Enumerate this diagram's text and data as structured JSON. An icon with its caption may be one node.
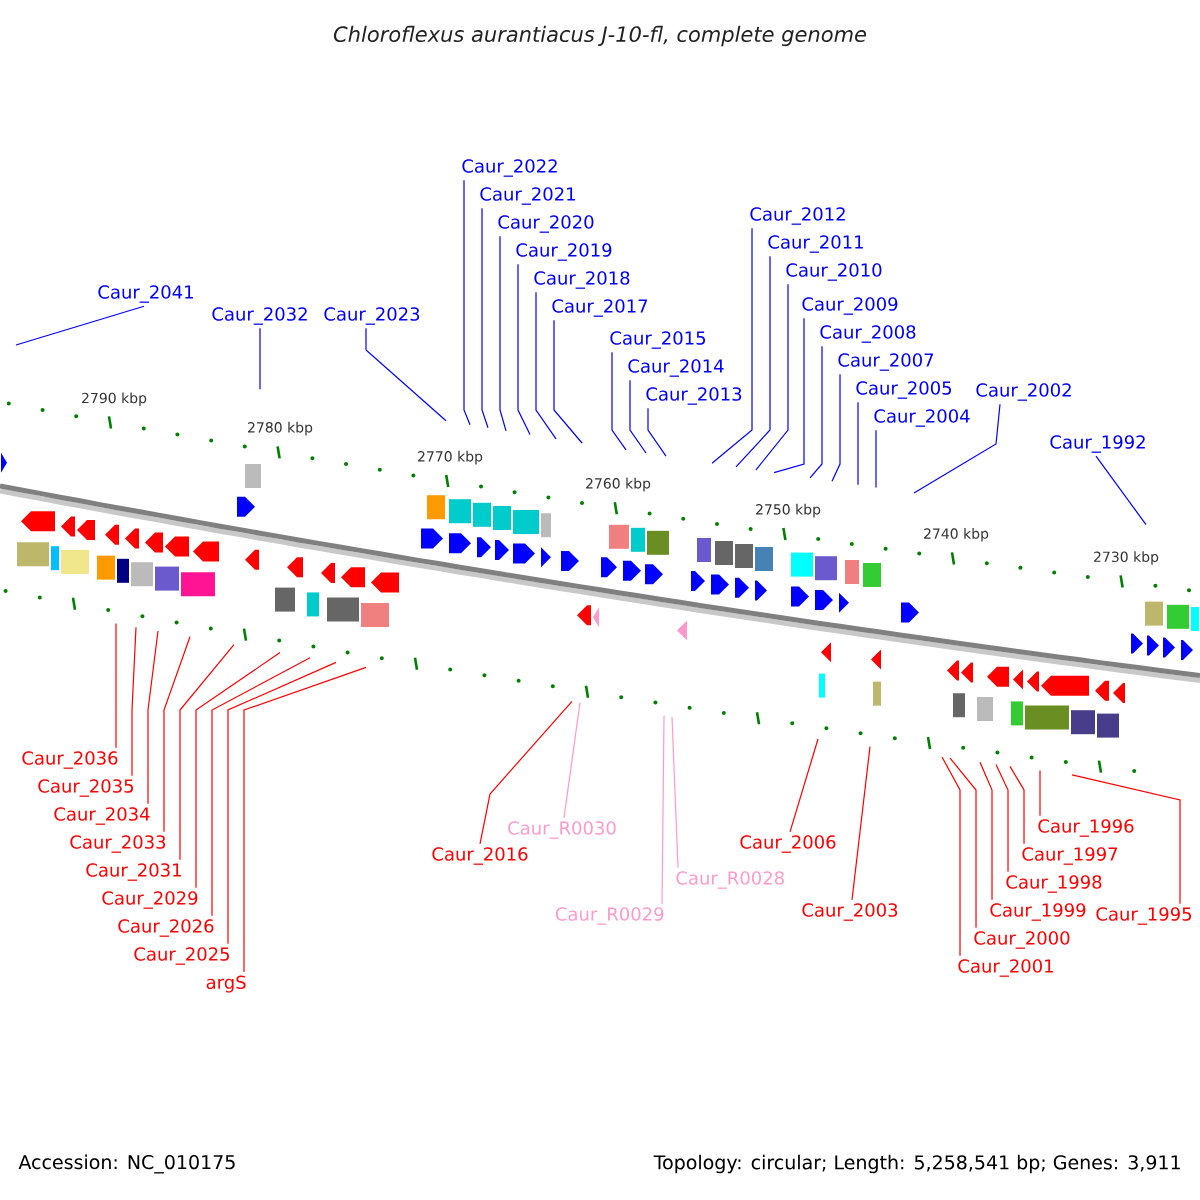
{
  "diagram": {
    "title": "Chloroflexus aurantiacus J-10-fl, complete genome",
    "nodes": [
      {
        "text": [
          "Caur_2041"
        ]
      },
      {
        "text": [
          "Caur_2032"
        ]
      },
      {
        "text": [
          "Caur_2023"
        ]
      },
      {
        "text": [
          "Caur_2022"
        ]
      },
      {
        "text": [
          "Caur_2021"
        ]
      },
      {
        "text": [
          "Caur_2020"
        ]
      },
      {
        "text": [
          "Caur_2019"
        ]
      },
      {
        "text": [
          "Caur_2018"
        ]
      },
      {
        "text": [
          "Caur_2017"
        ]
      },
      {
        "text": [
          "Caur_2015"
        ]
      },
      {
        "text": [
          "Caur_2014"
        ]
      },
      {
        "text": [
          "Caur_2013"
        ]
      },
      {
        "text": [
          "Caur_2012"
        ]
      },
      {
        "text": [
          "Caur_2011"
        ]
      },
      {
        "text": [
          "Caur_2010"
        ]
      },
      {
        "text": [
          "Caur_2009"
        ]
      },
      {
        "text": [
          "Caur_2008"
        ]
      },
      {
        "text": [
          "Caur_2007"
        ]
      },
      {
        "text": [
          "Caur_2005"
        ]
      },
      {
        "text": [
          "Caur_2004"
        ]
      },
      {
        "text": [
          "Caur_2002"
        ]
      },
      {
        "text": [
          "Caur_1992"
        ]
      },
      {
        "text": [
          "Caur_2036"
        ]
      },
      {
        "text": [
          "Caur_2035"
        ]
      },
      {
        "text": [
          "Caur_2034"
        ]
      },
      {
        "text": [
          "Caur_2033"
        ]
      },
      {
        "text": [
          "Caur_2031"
        ]
      },
      {
        "text": [
          "Caur_2029"
        ]
      },
      {
        "text": [
          "Caur_2026"
        ]
      },
      {
        "text": [
          "Caur_2025"
        ]
      },
      {
        "text": [
          "argS"
        ]
      },
      {
        "text": [
          "Caur_2016"
        ]
      },
      {
        "text": [
          "Caur_R0030"
        ]
      },
      {
        "text": [
          "Caur_R0029"
        ]
      },
      {
        "text": [
          "Caur_R0028"
        ]
      },
      {
        "text": [
          "Caur_2006"
        ]
      },
      {
        "text": [
          "Caur_2003"
        ]
      },
      {
        "text": [
          "Caur_2001"
        ]
      },
      {
        "text": [
          "Caur_2000"
        ]
      },
      {
        "text": [
          "Caur_1999"
        ]
      },
      {
        "text": [
          "Caur_1998"
        ]
      },
      {
        "text": [
          "Caur_1997"
        ]
      },
      {
        "text": [
          "Caur_1996"
        ]
      },
      {
        "text": [
          "Caur_1995"
        ]
      }
    ],
    "edges": [
      {
        "from": 0,
        "to": null,
        "arrow": "none"
      },
      {
        "from": 1,
        "to": null,
        "arrow": "none"
      },
      {
        "from": 2,
        "to": null,
        "arrow": "none"
      },
      {
        "from": 3,
        "to": null,
        "arrow": "none"
      },
      {
        "from": 4,
        "to": null,
        "arrow": "none"
      },
      {
        "from": 5,
        "to": null,
        "arrow": "none"
      },
      {
        "from": 6,
        "to": null,
        "arrow": "none"
      },
      {
        "from": 7,
        "to": null,
        "arrow": "none"
      },
      {
        "from": 8,
        "to": null,
        "arrow": "none"
      },
      {
        "from": 9,
        "to": null,
        "arrow": "none"
      },
      {
        "from": 10,
        "to": null,
        "arrow": "none"
      },
      {
        "from": 11,
        "to": null,
        "arrow": "none"
      },
      {
        "from": 12,
        "to": null,
        "arrow": "none"
      },
      {
        "from": 13,
        "to": null,
        "arrow": "none"
      },
      {
        "from": 14,
        "to": null,
        "arrow": "none"
      },
      {
        "from": 15,
        "to": null,
        "arrow": "none"
      },
      {
        "from": 16,
        "to": null,
        "arrow": "none"
      },
      {
        "from": 17,
        "to": null,
        "arrow": "none"
      },
      {
        "from": 18,
        "to": null,
        "arrow": "none"
      },
      {
        "from": 19,
        "to": null,
        "arrow": "none"
      },
      {
        "from": 20,
        "to": null,
        "arrow": "none"
      },
      {
        "from": 21,
        "to": null,
        "arrow": "none"
      },
      {
        "from": 22,
        "to": null,
        "arrow": "none",
        "color": "#ff0000"
      },
      {
        "from": 23,
        "to": null,
        "arrow": "none",
        "color": "#ff0000"
      },
      {
        "from": 24,
        "to": null,
        "arrow": "none",
        "color": "#ff0000"
      },
      {
        "from": 25,
        "to": null,
        "arrow": "none",
        "color": "#ff0000"
      },
      {
        "from": 26,
        "to": null,
        "arrow": "none",
        "color": "#ff0000"
      },
      {
        "from": 27,
        "to": null,
        "arrow": "none",
        "color": "#ff0000"
      },
      {
        "from": 28,
        "to": null,
        "arrow": "none",
        "color": "#ff0000"
      },
      {
        "from": 29,
        "to": null,
        "arrow": "none",
        "color": "#ff0000"
      },
      {
        "from": 30,
        "to": null,
        "arrow": "none",
        "color": "#ff0000"
      },
      {
        "from": 31,
        "to": null,
        "arrow": "none",
        "color": "#ff0000"
      },
      {
        "from": 32,
        "to": null,
        "arrow": "none",
        "color": "#ff99cc"
      },
      {
        "from": 33,
        "to": null,
        "arrow": "none",
        "color": "#ff99cc"
      },
      {
        "from": 34,
        "to": null,
        "arrow": "none",
        "color": "#ff99cc"
      },
      {
        "from": 35,
        "to": null,
        "arrow": "none",
        "color": "#ff0000"
      },
      {
        "from": 36,
        "to": null,
        "arrow": "none",
        "color": "#ff0000"
      },
      {
        "from": 37,
        "to": null,
        "arrow": "none",
        "color": "#ff0000"
      },
      {
        "from": 38,
        "to": null,
        "arrow": "none",
        "color": "#ff0000"
      },
      {
        "from": 39,
        "to": null,
        "arrow": "none",
        "color": "#ff0000"
      },
      {
        "from": 40,
        "to": null,
        "arrow": "none",
        "color": "#ff0000"
      },
      {
        "from": 41,
        "to": null,
        "arrow": "none",
        "color": "#ff0000"
      },
      {
        "from": 42,
        "to": null,
        "arrow": "none",
        "color": "#ff0000"
      },
      {
        "from": 43,
        "to": null,
        "arrow": "none",
        "color": "#ff0000"
      }
    ],
    "labels": [
      "2790 kbp",
      "2780 kbp",
      "2770 kbp",
      "2760 kbp",
      "2750 kbp",
      "2740 kbp",
      "2730 kbp",
      "Accession: NC_010175",
      "Topology: circular; Length: 5,258,541 bp; Genes: 3,911"
    ]
  }
}
